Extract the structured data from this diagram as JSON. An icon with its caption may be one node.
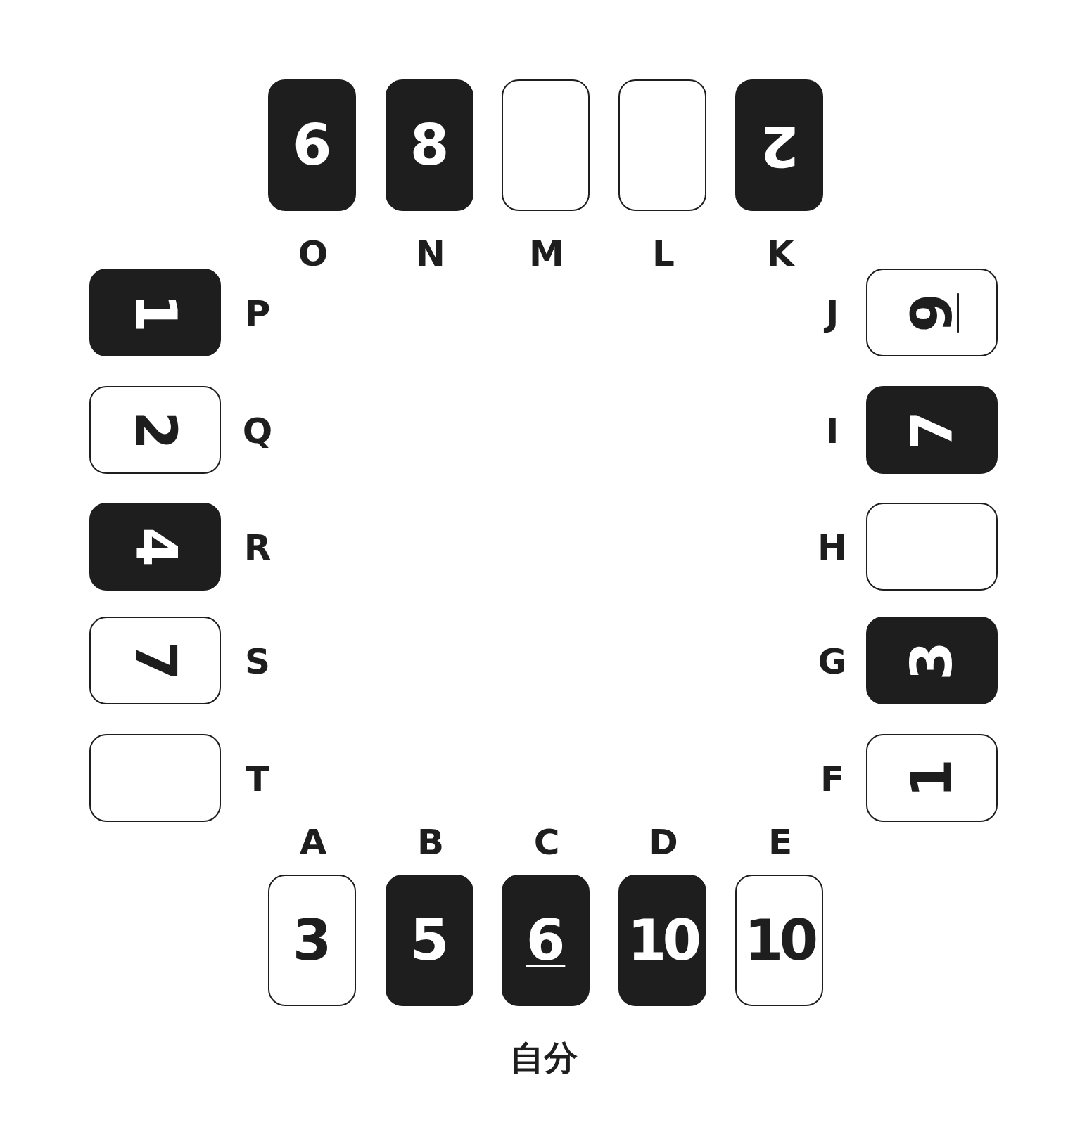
{
  "diagram": {
    "nodes": [
      {
        "text": [
          "6"
        ],
        "beside": [
          "O"
        ]
      },
      {
        "text": [
          "8"
        ],
        "beside": [
          "N"
        ]
      },
      {
        "text": [],
        "shape": "box",
        "beside": [
          "M"
        ]
      },
      {
        "text": [],
        "shape": "box",
        "beside": [
          "L"
        ]
      },
      {
        "text": [
          "2"
        ],
        "beside": [
          "K"
        ]
      },
      {
        "text": [
          "1"
        ],
        "beside": [
          "P"
        ]
      },
      {
        "text": [
          "9"
        ],
        "beside": [
          "J"
        ]
      },
      {
        "text": [
          "2"
        ],
        "beside": [
          "Q"
        ]
      },
      {
        "text": [
          "7"
        ],
        "beside": [
          "I"
        ]
      },
      {
        "text": [
          "4"
        ],
        "beside": [
          "R"
        ]
      },
      {
        "text": [],
        "shape": "box",
        "beside": [
          "H"
        ]
      },
      {
        "text": [
          "7"
        ],
        "beside": [
          "S"
        ]
      },
      {
        "text": [
          "3"
        ],
        "beside": [
          "G"
        ]
      },
      {
        "text": [],
        "shape": "box",
        "beside": [
          "T"
        ]
      },
      {
        "text": [
          "1"
        ],
        "beside": [
          "F"
        ]
      },
      {
        "text": [
          "3"
        ],
        "beside": [
          "A"
        ]
      },
      {
        "text": [
          "5"
        ],
        "beside": [
          "B"
        ]
      },
      {
        "text": [
          "6"
        ],
        "beside": [
          "C"
        ]
      },
      {
        "text": [
          "10"
        ],
        "beside": [
          "D"
        ]
      },
      {
        "text": [
          "10"
        ],
        "beside": [
          "E"
        ]
      }
    ],
    "labels": [
      "自分"
    ]
  }
}
